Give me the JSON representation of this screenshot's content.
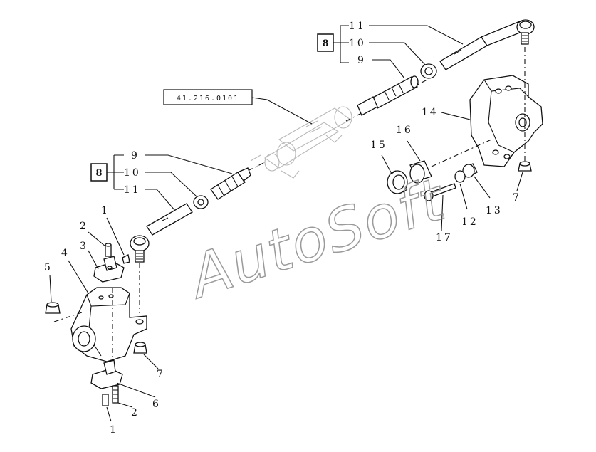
{
  "diagram": {
    "reference_code": "41.216.0101",
    "watermark": "AutoSoft",
    "group_box_label": "8",
    "callouts": [
      {
        "id": "upper-11",
        "text": "11"
      },
      {
        "id": "upper-10",
        "text": "10"
      },
      {
        "id": "upper-9",
        "text": "9"
      },
      {
        "id": "lower-9",
        "text": "9"
      },
      {
        "id": "lower-10",
        "text": "10"
      },
      {
        "id": "lower-11",
        "text": "11"
      },
      {
        "id": "14",
        "text": "14"
      },
      {
        "id": "16",
        "text": "16"
      },
      {
        "id": "15",
        "text": "15"
      },
      {
        "id": "13",
        "text": "13"
      },
      {
        "id": "12",
        "text": "12"
      },
      {
        "id": "17",
        "text": "17"
      },
      {
        "id": "7-right",
        "text": "7"
      },
      {
        "id": "1-top",
        "text": "1"
      },
      {
        "id": "2-top",
        "text": "2"
      },
      {
        "id": "3",
        "text": "3"
      },
      {
        "id": "4",
        "text": "4"
      },
      {
        "id": "5",
        "text": "5"
      },
      {
        "id": "7-left",
        "text": "7"
      },
      {
        "id": "6",
        "text": "6"
      },
      {
        "id": "2-bottom",
        "text": "2"
      },
      {
        "id": "1-bottom",
        "text": "1"
      }
    ]
  }
}
